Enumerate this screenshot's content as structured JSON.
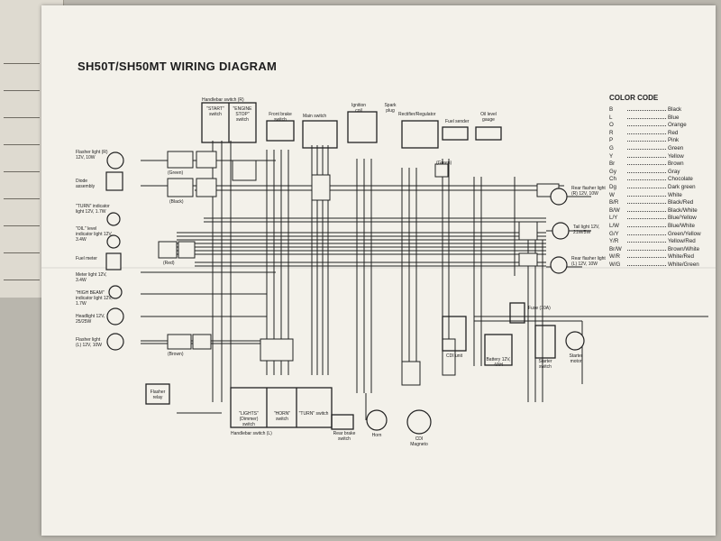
{
  "title": "SH50T/SH50MT WIRING DIAGRAM",
  "color_code": {
    "title": "COLOR CODE",
    "rows": [
      {
        "code": "B",
        "name": "Black"
      },
      {
        "code": "L",
        "name": "Blue"
      },
      {
        "code": "O",
        "name": "Orange"
      },
      {
        "code": "R",
        "name": "Red"
      },
      {
        "code": "P",
        "name": "Pink"
      },
      {
        "code": "G",
        "name": "Green"
      },
      {
        "code": "Y",
        "name": "Yellow"
      },
      {
        "code": "Br",
        "name": "Brown"
      },
      {
        "code": "Gy",
        "name": "Gray"
      },
      {
        "code": "Ch",
        "name": "Chocolate"
      },
      {
        "code": "Dg",
        "name": "Dark green"
      },
      {
        "code": "W",
        "name": "White"
      },
      {
        "code": "B/R",
        "name": "Black/Red"
      },
      {
        "code": "B/W",
        "name": "Black/White"
      },
      {
        "code": "L/Y",
        "name": "Blue/Yellow"
      },
      {
        "code": "L/W",
        "name": "Blue/White"
      },
      {
        "code": "G/Y",
        "name": "Green/Yellow"
      },
      {
        "code": "Y/R",
        "name": "Yellow/Red"
      },
      {
        "code": "Br/W",
        "name": "Brown/White"
      },
      {
        "code": "W/R",
        "name": "White/Red"
      },
      {
        "code": "W/G",
        "name": "White/Green"
      }
    ]
  },
  "left_components": {
    "flasher_r": "Flasher light (R) 12V, 10W",
    "diode": "Diode assembly",
    "turn_ind": "\"TURN\" indicator light 12V, 1.7W",
    "oil_ind": "\"OIL\" level indicator light 12V, 3.4W",
    "fuel_meter": "Fuel meter",
    "meter_light": "Meter light 12V, 3.4W",
    "high_beam": "\"HIGH BEAM\" indicator light 12V, 1.7W",
    "headlight": "Headlight 12V, 25/25W",
    "flasher_l": "Flasher light (L) 12V, 10W",
    "flasher_relay": "Flasher relay"
  },
  "connector_labels": {
    "green": "(Green)",
    "black": "(Black)",
    "red": "(Red)",
    "brown": "(Brown)",
    "green2": "(Green)"
  },
  "top_components": {
    "handlebar_r": "Handlebar switch (R)",
    "start_sw": "\"START\" switch",
    "engine_stop": "\"ENGINE STOP\" switch",
    "front_brake": "Front brake switch",
    "main_sw": "Main switch",
    "ignition_coil": "Ignition coil",
    "spark_plug": "Spark plug",
    "rectifier": "Rectifier/Regulator",
    "fuel_sender": "Fuel sender",
    "oil_gauge": "Oil level gauge"
  },
  "right_components": {
    "rear_flasher_r": "Rear flasher light (R) 12V, 10W",
    "taillight": "Tail light 12V, 21W/5W",
    "rear_flasher_l": "Rear flasher light (L) 12V, 10W",
    "fuse": "Fuse (10A)",
    "battery": "Battery 12V, 4AH",
    "starter_sw": "Starter switch",
    "starter_motor": "Starter motor"
  },
  "bottom_components": {
    "handlebar_l": "Handlebar switch (L)",
    "lights_sw": "\"LIGHTS\" (Dimmer) switch",
    "horn_sw": "\"HORN\" switch",
    "turn_sw": "\"TURN\" switch",
    "rear_brake": "Rear brake switch",
    "horn": "Horn",
    "cdi_magneto": "CDI Magneto",
    "cdi_unit": "CDI unit"
  }
}
